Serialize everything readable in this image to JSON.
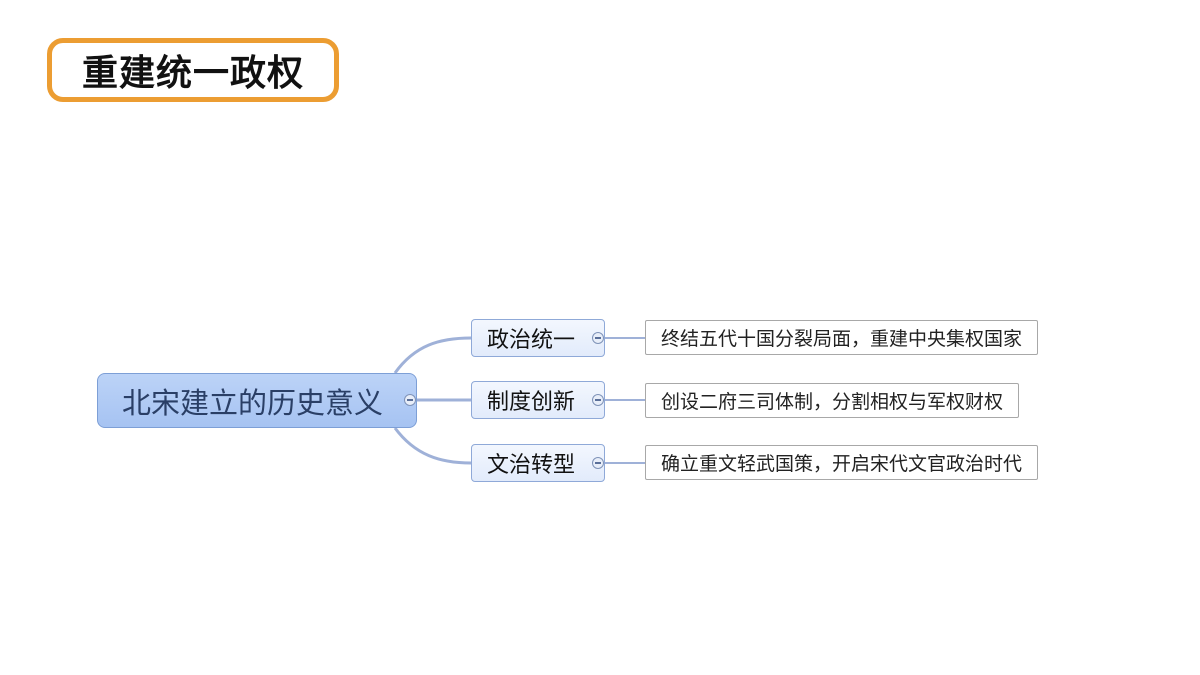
{
  "title": "重建统一政权",
  "mindmap": {
    "central": "北宋建立的历史意义",
    "branches": [
      {
        "label": "政治统一",
        "detail": "终结五代十国分裂局面，重建中央集权国家"
      },
      {
        "label": "制度创新",
        "detail": "创设二府三司体制，分割相权与军权财权"
      },
      {
        "label": "文治转型",
        "detail": "确立重文轻武国策，开启宋代文官政治时代"
      }
    ]
  },
  "colors": {
    "title_border": "#ec9d32",
    "central_fill": "#a6c3f2",
    "connector": "#9fb1d8"
  },
  "icons": {
    "collapse": "minus-circle-icon"
  }
}
